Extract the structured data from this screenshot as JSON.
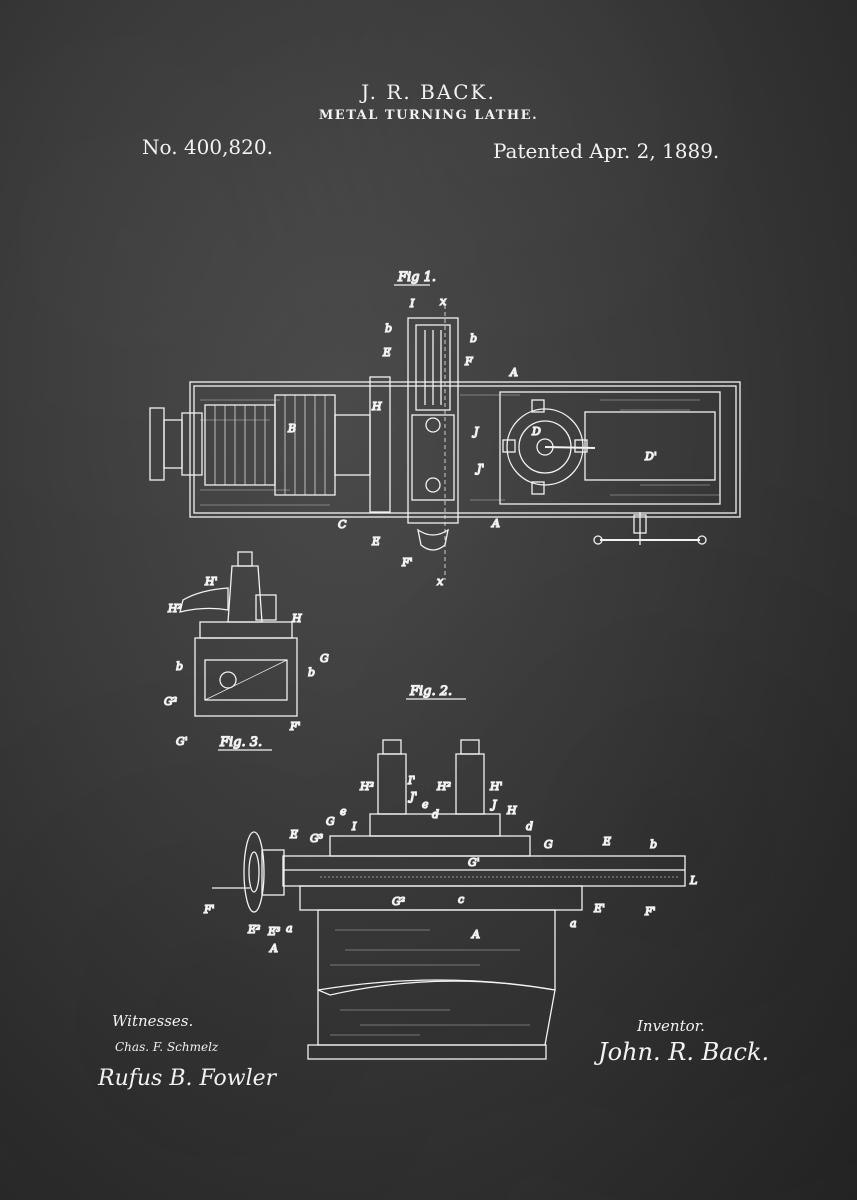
{
  "header": {
    "inventor_name": "J. R. BACK.",
    "title": "METAL TURNING LATHE.",
    "patent_number": "No. 400,820.",
    "patent_date": "Patented Apr. 2, 1889."
  },
  "figures": {
    "fig1_label": "Fig 1.",
    "fig2_label": "Fig. 2.",
    "fig3_label": "Fig. 3."
  },
  "fig1_labels": [
    "I",
    "x",
    "b",
    "b",
    "E",
    "F",
    "A",
    "H",
    "J",
    "J'",
    "D",
    "D'",
    "B",
    "C",
    "E",
    "A",
    "F'",
    "x"
  ],
  "fig3_labels": [
    "H'",
    "H²",
    "H",
    "G",
    "b",
    "b",
    "G²",
    "F'",
    "G'"
  ],
  "fig2_labels": [
    "H²",
    "I'",
    "H²",
    "H'",
    "J'",
    "J",
    "G",
    "e",
    "I",
    "e",
    "d",
    "H",
    "d",
    "E",
    "G³",
    "G",
    "E",
    "b",
    "G'",
    "L",
    "E'",
    "G²",
    "c",
    "F'",
    "F'",
    "a",
    "E²",
    "E³",
    "a",
    "A",
    "A"
  ],
  "footer": {
    "witnesses_label": "Witnesses.",
    "witness_one": "Chas. F. Schmelz",
    "witness_two": "Rufus B. Fowler",
    "inventor_label": "Inventor.",
    "inventor_signature": "John. R. Back."
  },
  "colors": {
    "background": "#3a3a3a",
    "ink": "#f2f2f2"
  }
}
